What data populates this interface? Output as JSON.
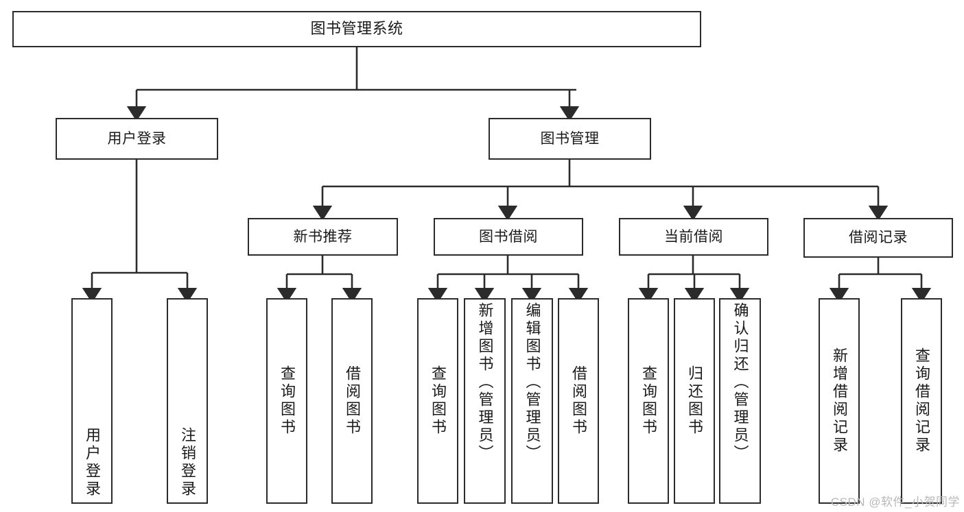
{
  "diagram": {
    "type": "tree-hierarchy",
    "title": "图书管理系统",
    "background_color": "#ffffff",
    "line_color": "#2b2b2b",
    "box_border_color": "#2b2b2b",
    "text_color": "#1a1a1a",
    "nodes": {
      "root": {
        "label": "图书管理系统"
      },
      "level2": [
        {
          "id": "user-login",
          "label": "用户登录"
        },
        {
          "id": "book-manage",
          "label": "图书管理"
        }
      ],
      "level3": [
        {
          "id": "new-book-recommend",
          "label": "新书推荐"
        },
        {
          "id": "book-borrow",
          "label": "图书借阅"
        },
        {
          "id": "current-borrow",
          "label": "当前借阅"
        },
        {
          "id": "borrow-record",
          "label": "借阅记录"
        }
      ],
      "leaves": {
        "user_login": [
          {
            "id": "leaf-user-login",
            "label": "用户登录"
          },
          {
            "id": "leaf-logout",
            "label": "注销登录"
          }
        ],
        "new_book_recommend": [
          {
            "id": "leaf-query-book-1",
            "label": "查询图书"
          },
          {
            "id": "leaf-borrow-book-1",
            "label": "借阅图书"
          }
        ],
        "book_borrow": [
          {
            "id": "leaf-query-book-2",
            "label": "查询图书"
          },
          {
            "id": "leaf-add-book",
            "label": "新增图书（管理员）"
          },
          {
            "id": "leaf-edit-book",
            "label": "编辑图书（管理员）"
          },
          {
            "id": "leaf-borrow-book-2",
            "label": "借阅图书"
          }
        ],
        "current_borrow": [
          {
            "id": "leaf-query-book-3",
            "label": "查询图书"
          },
          {
            "id": "leaf-return-book",
            "label": "归还图书"
          },
          {
            "id": "leaf-confirm-return",
            "label": "确认归还（管理员）"
          }
        ],
        "borrow_record": [
          {
            "id": "leaf-add-record",
            "label": "新增借阅记录"
          },
          {
            "id": "leaf-query-record",
            "label": "查询借阅记录"
          }
        ]
      }
    }
  },
  "watermark": {
    "text": "CSDN @软件_小贺同学"
  }
}
